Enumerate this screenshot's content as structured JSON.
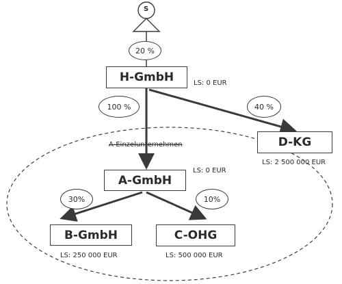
{
  "shareholder": {
    "label": "S"
  },
  "shares": {
    "s_to_h": "20 %",
    "h_to_a": "100 %",
    "h_to_d": "40 %",
    "a_to_b": "30%",
    "a_to_c": "10%"
  },
  "entities": {
    "h_gmbh": {
      "name": "H-GmbH",
      "ls": "LS: 0 EUR"
    },
    "d_kg": {
      "name": "D-KG",
      "ls": "LS: 2 500 000 EUR"
    },
    "a_einzel": {
      "name": "A-Einzelunternehmen"
    },
    "a_gmbh": {
      "name": "A-GmbH",
      "ls": "LS: 0 EUR"
    },
    "b_gmbh": {
      "name": "B-GmbH",
      "ls": "LS: 250 000 EUR"
    },
    "c_ohg": {
      "name": "C-OHG",
      "ls": "LS: 500 000 EUR"
    }
  }
}
